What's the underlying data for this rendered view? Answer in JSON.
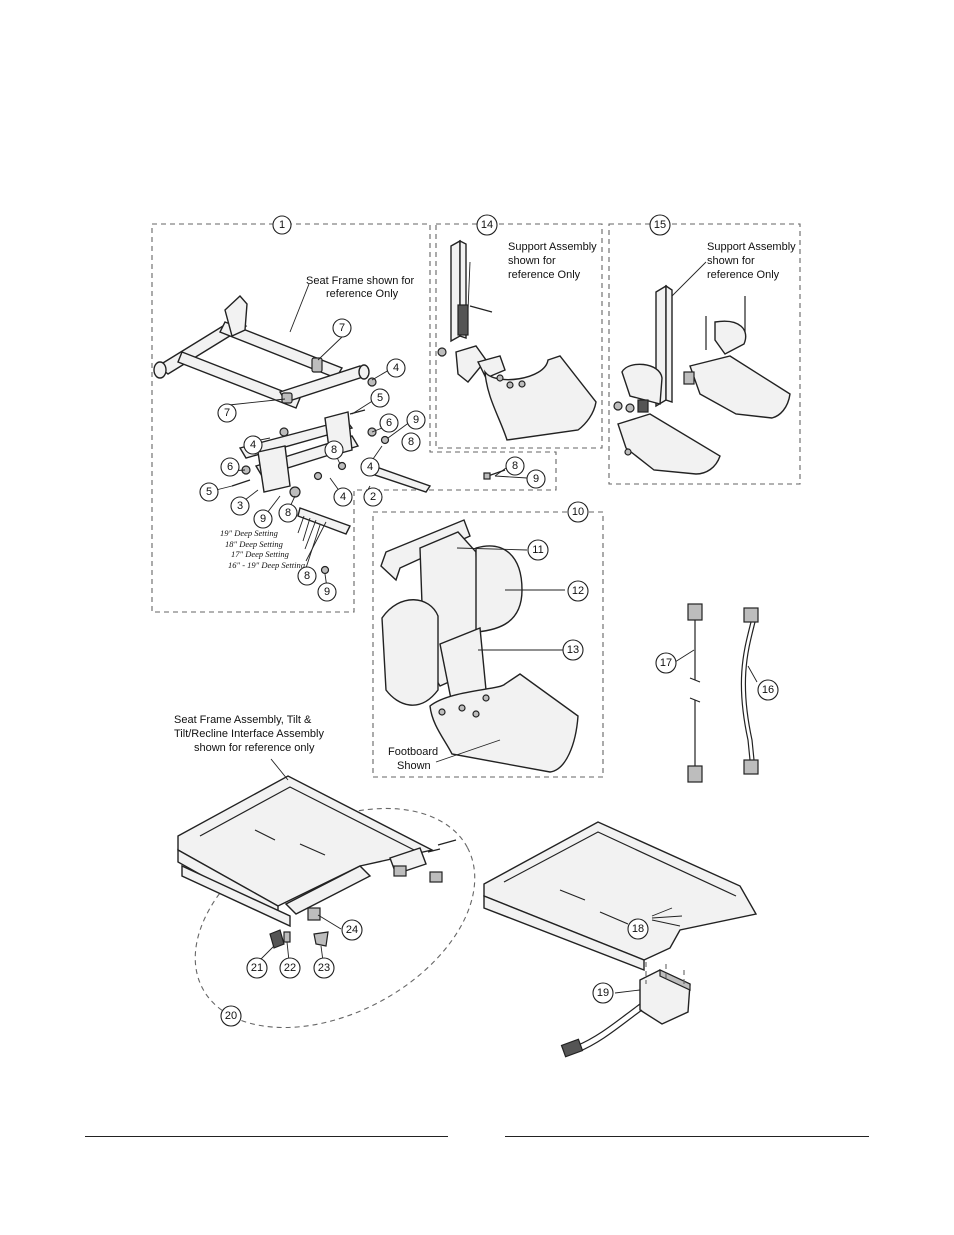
{
  "callouts": {
    "c1": "1",
    "c2": "2",
    "c3": "3",
    "c4": "4",
    "c5": "5",
    "c6": "6",
    "c7": "7",
    "c8": "8",
    "c9": "9",
    "c10": "10",
    "c11": "11",
    "c12": "12",
    "c13": "13",
    "c14": "14",
    "c15": "15",
    "c16": "16",
    "c17": "17",
    "c18": "18",
    "c19": "19",
    "c20": "20",
    "c21": "21",
    "c22": "22",
    "c23": "23",
    "c24": "24"
  },
  "notes": {
    "seat_frame_1": "Seat Frame shown for",
    "seat_frame_2": "reference Only",
    "support_14_1": "Support Assembly",
    "support_14_2": "shown for",
    "support_14_3": "reference Only",
    "support_15_1": "Support Assembly",
    "support_15_2": "shown for",
    "support_15_3": "reference Only",
    "footboard_1": "Footboard",
    "footboard_2": "Shown",
    "assembly_1": "Seat Frame Assembly, Tilt &",
    "assembly_2": "Tilt/Recline Interface Assembly",
    "assembly_3": "shown for reference only"
  },
  "depth_settings": {
    "d19": "19\" Deep Setting",
    "d18": "18\" Deep Setting",
    "d17": "17\" Deep Setting",
    "d16": "16\" - 19\" Deep Setting"
  },
  "icons": [
    "exploded-parts-diagram"
  ]
}
